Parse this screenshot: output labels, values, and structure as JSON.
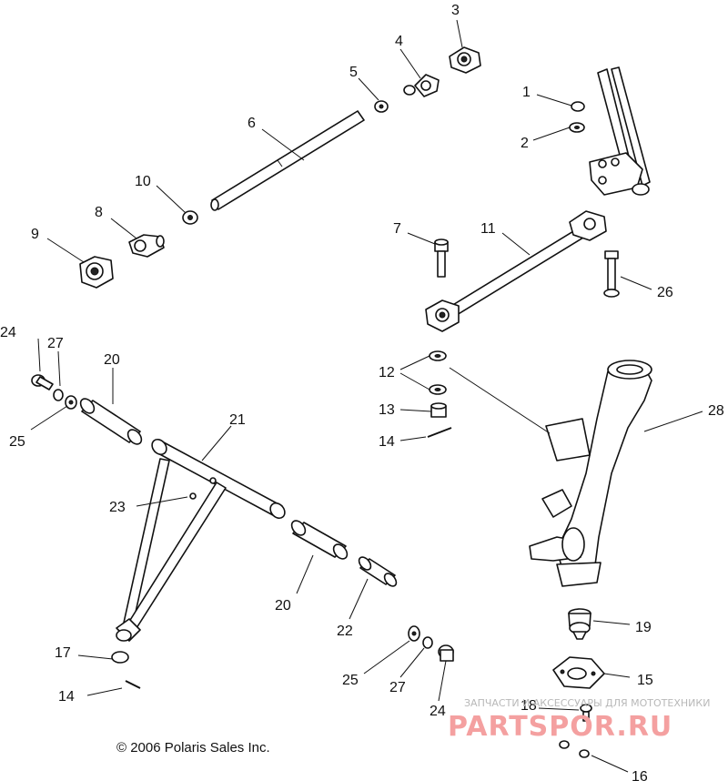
{
  "copyright": "© 2006 Polaris Sales Inc.",
  "watermark": {
    "caption": "ЗАПЧАСТИ И АКСЕССУАРЫ ДЛЯ МОТОТЕХНИКИ",
    "logo_text": "PARTSPOR.RU"
  },
  "callouts": {
    "c1": "1",
    "c2": "2",
    "c3": "3",
    "c4": "4",
    "c5": "5",
    "c6": "6",
    "c7": "7",
    "c8": "8",
    "c9": "9",
    "c10": "10",
    "c11": "11",
    "c12": "12",
    "c13": "13",
    "c14a": "14",
    "c14b": "14",
    "c15": "15",
    "c16": "16",
    "c17": "17",
    "c18": "18",
    "c19": "19",
    "c20a": "20",
    "c20b": "20",
    "c21": "21",
    "c22": "22",
    "c23": "23",
    "c24a": "24",
    "c24b": "24",
    "c25a": "25",
    "c25b": "25",
    "c26": "26",
    "c27a": "27",
    "c27b": "27",
    "c28": "28"
  },
  "colors": {
    "line": "#111111",
    "watermark_logo": "#f4a0a0",
    "watermark_caption": "#b8b8b8"
  }
}
